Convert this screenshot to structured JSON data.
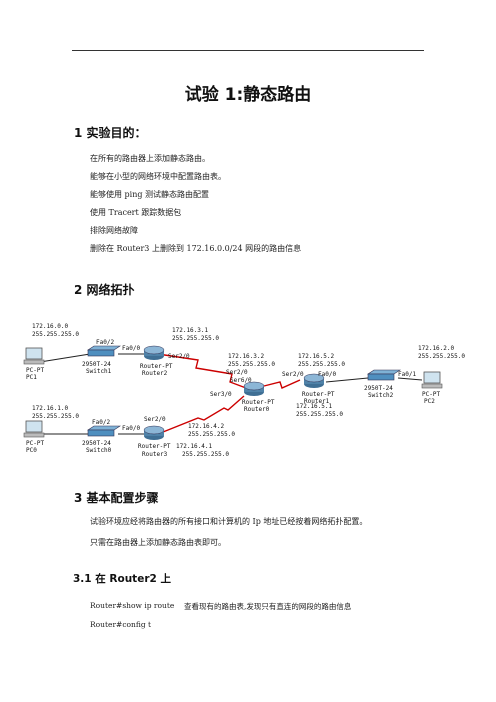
{
  "title": "试验 1:静态路由",
  "section1": {
    "heading": "1 实验目的：",
    "items": [
      "在所有的路由器上添加静态路由。",
      "能够在小型的网络环境中配置路由表。",
      "能够使用 ping 测试静态路由配置",
      "使用 Tracert 跟踪数据包",
      "排除网络故障",
      "删除在 Router3 上删除到 172.16.0.0/24 网段的路由信息"
    ]
  },
  "section2": {
    "heading": "2 网络拓扑"
  },
  "topology": {
    "net_pc1": [
      "172.16.0.0",
      "255.255.255.0"
    ],
    "net_pc0": [
      "172.16.1.0",
      "255.255.255.0"
    ],
    "net_pc2": [
      "172.16.2.0",
      "255.255.255.0"
    ],
    "link_r2_r0": [
      "172.16.3.1",
      "255.255.255.0"
    ],
    "r0_ser2": [
      "172.16.3.2",
      "255.255.255.0"
    ],
    "link_r0_r1": [
      "172.16.5.2",
      "255.255.255.0"
    ],
    "r1_ser2": [
      "172.16.5.1",
      "255.255.255.0"
    ],
    "r3_ser": [
      "172.16.4.1",
      "255.255.255.0"
    ],
    "r0_ser3": [
      "172.16.4.2",
      "255.255.255.0"
    ],
    "devices": {
      "pc1": [
        "PC-PT",
        "PC1"
      ],
      "pc0": [
        "PC-PT",
        "PC0"
      ],
      "pc2": [
        "PC-PT",
        "PC2"
      ],
      "switch1": [
        "2950T-24",
        "Switch1"
      ],
      "switch0": [
        "2950T-24",
        "Switch0"
      ],
      "switch2": [
        "2950T-24",
        "Switch2"
      ],
      "router2": [
        "Router-PT",
        "Router2"
      ],
      "router3": [
        "Router-PT",
        "Router3"
      ],
      "router0": [
        "Router-PT",
        "Router0"
      ],
      "router1": [
        "Router-PT",
        "Router1"
      ]
    },
    "ports": {
      "fa02_sw1": "Fa0/2",
      "fa00_r2": "Fa0/0",
      "ser20_r2": "Ser2/0",
      "fa02_sw0": "Fa0/2",
      "fa00_r3": "Fa0/0",
      "ser20_r3": "Ser2/0",
      "ser20_r0": "Ser2/0",
      "ser60_r0": "Ser6/0",
      "ser30_r0": "Ser3/0",
      "ser20_r1": "Ser2/0",
      "fa00_r1": "Fa0/0",
      "fa01_sw2": "Fa0/1"
    }
  },
  "section3": {
    "heading": "3 基本配置步骤",
    "items": [
      "试验环境应经将路由器的所有接口和计算机的 Ip 地址已经按着网络拓扑配置。",
      "只需在路由器上添加静态路由表即可。"
    ]
  },
  "section31": {
    "heading": "3.1 在 Router2 上",
    "commands": [
      {
        "cmd": "Router#show ip route",
        "note": "查看现有的路由表,发现只有直连的网段的路由信息"
      },
      {
        "cmd": "Router#config t",
        "note": ""
      }
    ]
  }
}
